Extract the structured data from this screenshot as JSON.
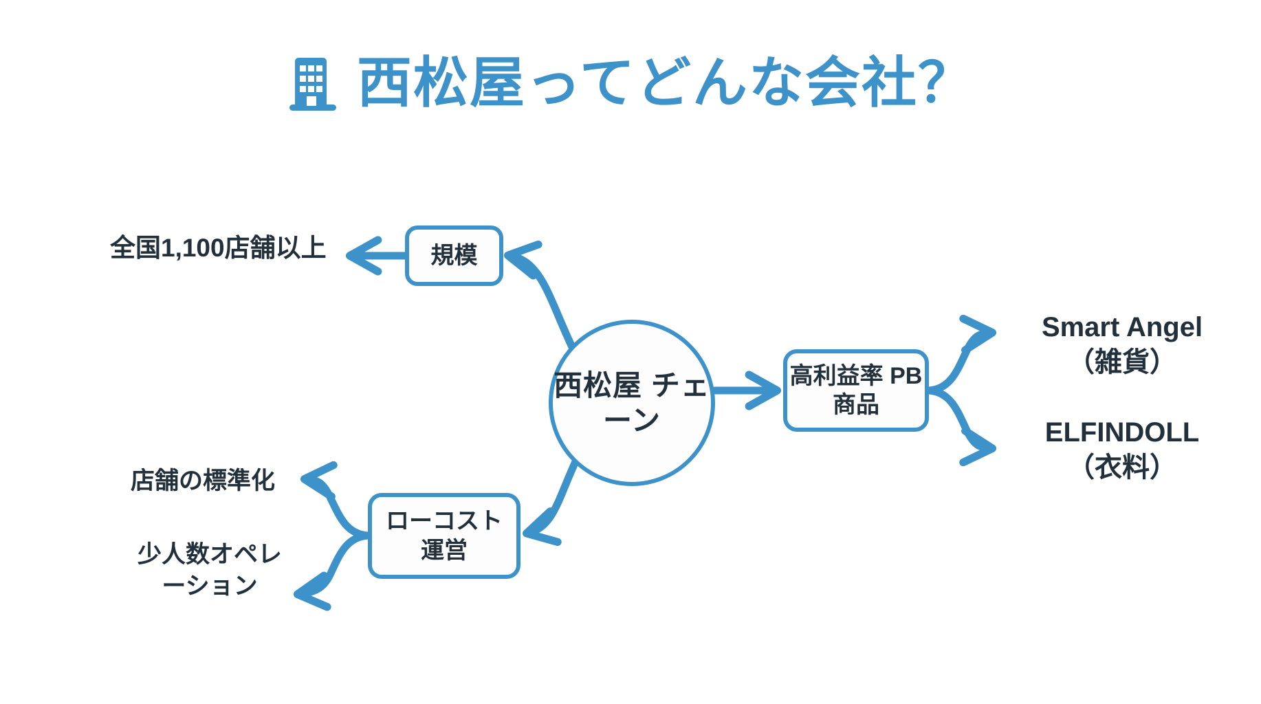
{
  "meta": {
    "accent_blue": "#3d92c9",
    "text_dark": "#22303c",
    "background": "#ffffff"
  },
  "header": {
    "icon": "office-building-icon",
    "title": "西松屋ってどんな会社？"
  },
  "diagram": {
    "type": "mind-map",
    "center": {
      "id": "nishimatsuya-chain",
      "shape": "circle",
      "line1": "西松屋",
      "line2": "チェーン"
    },
    "branches": [
      {
        "id": "scale",
        "shape": "rounded-rect",
        "label": "規模",
        "children": [
          {
            "id": "stores",
            "label": "全国1,100店舗以上"
          }
        ]
      },
      {
        "id": "pb-products",
        "shape": "rounded-rect",
        "line1": "高利益率",
        "line2": "PB商品",
        "children": [
          {
            "id": "smart-angel",
            "line1": "Smart Angel",
            "line2": "（雑貨）"
          },
          {
            "id": "elfindoll",
            "line1": "ELFINDOLL",
            "line2": "（衣料）"
          }
        ]
      },
      {
        "id": "low-cost",
        "shape": "rounded-rect",
        "line1": "ローコスト",
        "line2": "運営",
        "children": [
          {
            "id": "store-standardization",
            "label": "店舗の標準化"
          },
          {
            "id": "small-staff-operation",
            "line1": "少人数オペレ",
            "line2": "ーション"
          }
        ]
      }
    ]
  }
}
